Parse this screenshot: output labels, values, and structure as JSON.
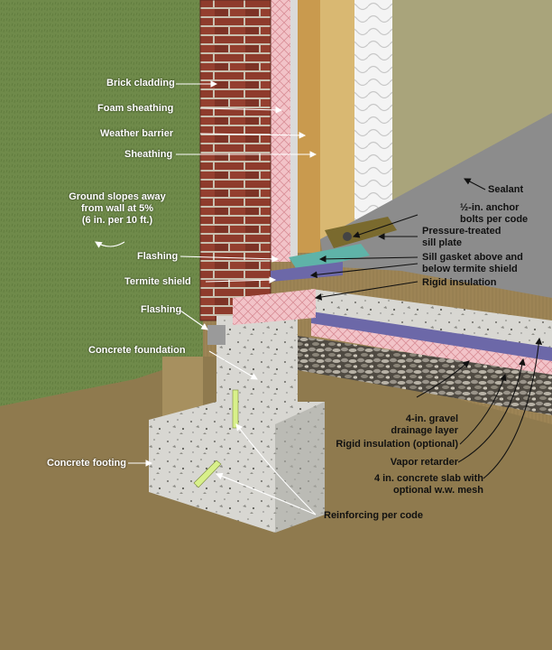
{
  "colors": {
    "lawn": "#6f8a4a",
    "brick": "#8e3b2c",
    "mortar": "#c9c0b0",
    "foam": "#f2c3c8",
    "sheathing": "#c99a4e",
    "concrete": "#d8d7d2",
    "vapor_retarder": "#6c68a8",
    "termite_shield": "#5fb3a8",
    "rebar": "#d8f08a",
    "soil": "#9d8455",
    "slab_top": "#8c8c8c",
    "drywall": "#a9a47b"
  },
  "labels": {
    "brick_cladding": "Brick cladding",
    "foam_sheathing": "Foam sheathing",
    "weather_barrier": "Weather barrier",
    "sheathing": "Sheathing",
    "ground_slope_1": "Ground slopes away",
    "ground_slope_2": "from wall at 5%",
    "ground_slope_3": "(6 in. per 10 ft.)",
    "flashing_upper": "Flashing",
    "termite_shield": "Termite shield",
    "flashing_lower": "Flashing",
    "concrete_foundation": "Concrete foundation",
    "concrete_footing": "Concrete footing",
    "sealant": "Sealant",
    "anchor_bolts_1": "½-in. anchor",
    "anchor_bolts_2": "bolts per code",
    "sill_plate_1": "Pressure-treated",
    "sill_plate_2": "sill plate",
    "sill_gasket_1": "Sill gasket above and",
    "sill_gasket_2": "below termite shield",
    "rigid_insulation": "Rigid insulation",
    "gravel_1": "4-in. gravel",
    "gravel_2": "drainage layer",
    "rigid_insulation_optional": "Rigid insulation (optional)",
    "vapor_retarder": "Vapor retarder",
    "slab_1": "4 in. concrete slab with",
    "slab_2": "optional w.w. mesh",
    "reinforcing": "Reinforcing per code"
  }
}
